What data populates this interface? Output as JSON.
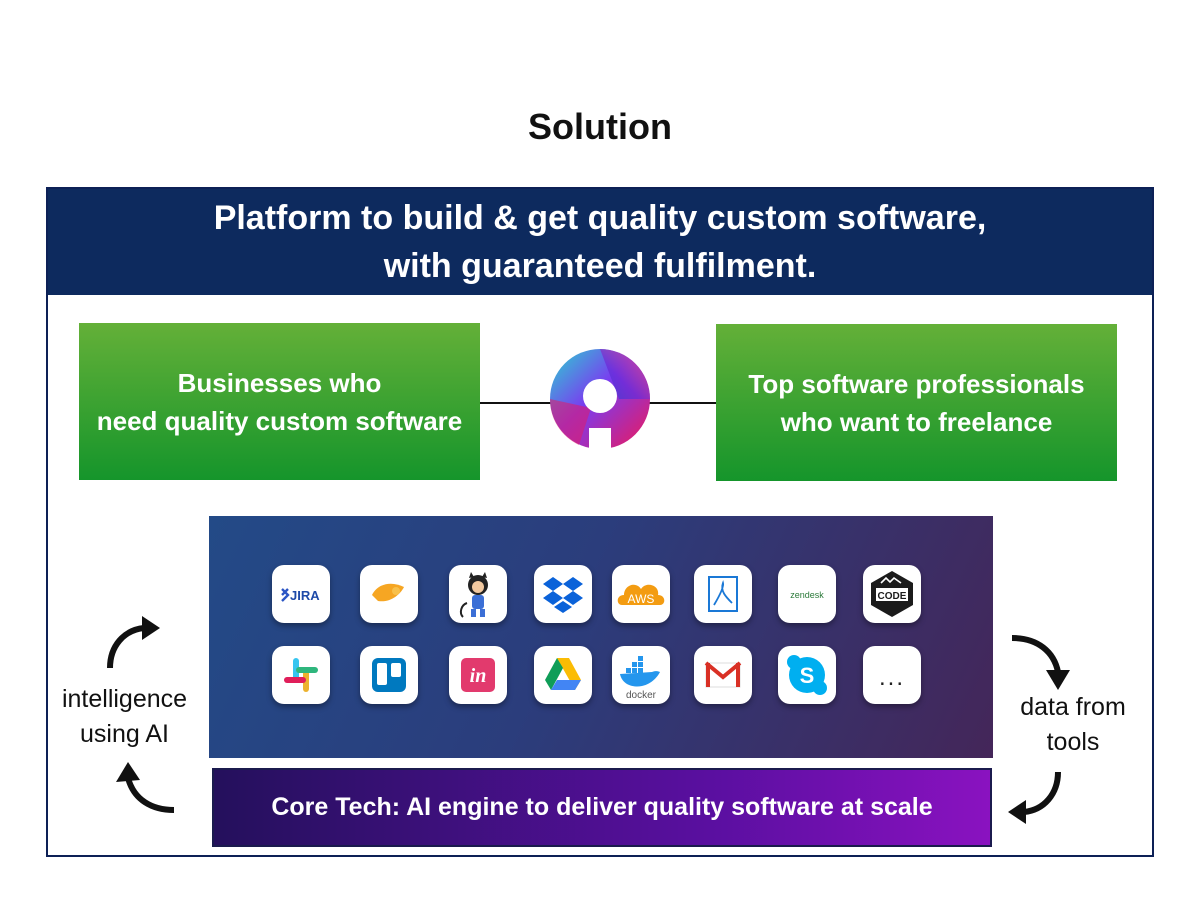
{
  "title": "Solution",
  "banner": {
    "line1": "Platform to build & get quality custom software,",
    "line2": "with guaranteed fulfilment."
  },
  "left_box": {
    "line1": "Businesses who",
    "line2": "need quality custom software"
  },
  "right_box": {
    "line1": "Top software professionals",
    "line2": "who want to freelance"
  },
  "core_tech": "Core Tech: AI engine to deliver quality software at scale",
  "left_loop": {
    "line1": "intelligence",
    "line2": "using AI"
  },
  "right_loop": {
    "line1": "data from",
    "line2": "tools"
  },
  "tools": {
    "row1": [
      {
        "icon": "jira-icon",
        "text": "JIRA"
      },
      {
        "icon": "bitbucket-icon",
        "text": ""
      },
      {
        "icon": "github-octocat-icon",
        "text": ""
      },
      {
        "icon": "dropbox-icon",
        "text": ""
      },
      {
        "icon": "aws-icon",
        "text": "AWS"
      },
      {
        "icon": "adobe-acrobat-icon",
        "text": ""
      },
      {
        "icon": "zendesk-icon",
        "text": "zendesk"
      },
      {
        "icon": "code-climate-icon",
        "text": "CODE"
      }
    ],
    "row2": [
      {
        "icon": "slack-icon",
        "text": ""
      },
      {
        "icon": "trello-icon",
        "text": ""
      },
      {
        "icon": "invision-icon",
        "text": "in"
      },
      {
        "icon": "google-drive-icon",
        "text": ""
      },
      {
        "icon": "docker-icon",
        "text": "docker"
      },
      {
        "icon": "gmail-icon",
        "text": ""
      },
      {
        "icon": "skype-icon",
        "text": "S"
      },
      {
        "icon": "more-icon",
        "text": "..."
      }
    ]
  },
  "colors": {
    "banner": "#0d2a5e",
    "green": "#3aa22f",
    "tools_panel": "#2b3d7c",
    "core_bar": "#5b0fa1"
  }
}
